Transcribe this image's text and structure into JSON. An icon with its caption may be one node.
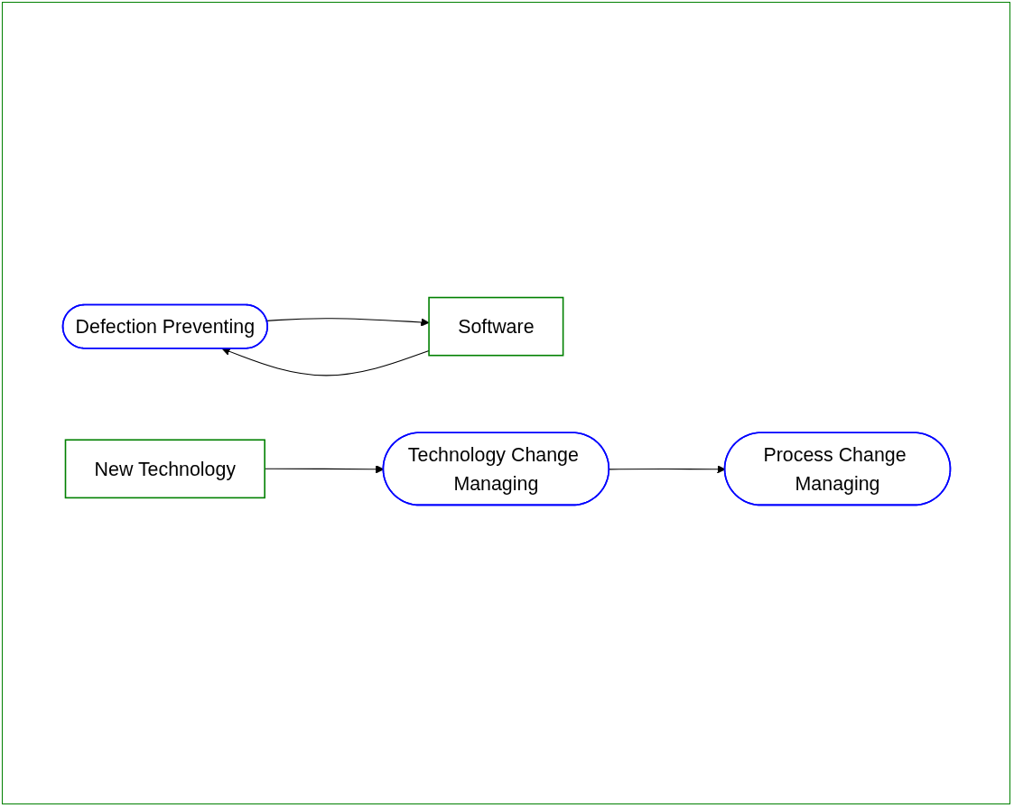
{
  "diagram": {
    "nodes": [
      {
        "text": [
          "Defection Preventing"
        ]
      },
      {
        "text": [
          "Software"
        ]
      },
      {
        "text": [
          "Technology Change Managing"
        ]
      },
      {
        "text": [
          "Process Change Managing"
        ]
      },
      {
        "text": [
          "New Technology"
        ]
      }
    ],
    "edges": [
      {
        "from": 0,
        "to": 1,
        "arrow": "to"
      },
      {
        "from": 1,
        "to": 0,
        "arrow": "to"
      },
      {
        "from": 2,
        "to": 3,
        "arrow": "to"
      },
      {
        "from": 4,
        "to": 2,
        "arrow": "to"
      }
    ]
  }
}
